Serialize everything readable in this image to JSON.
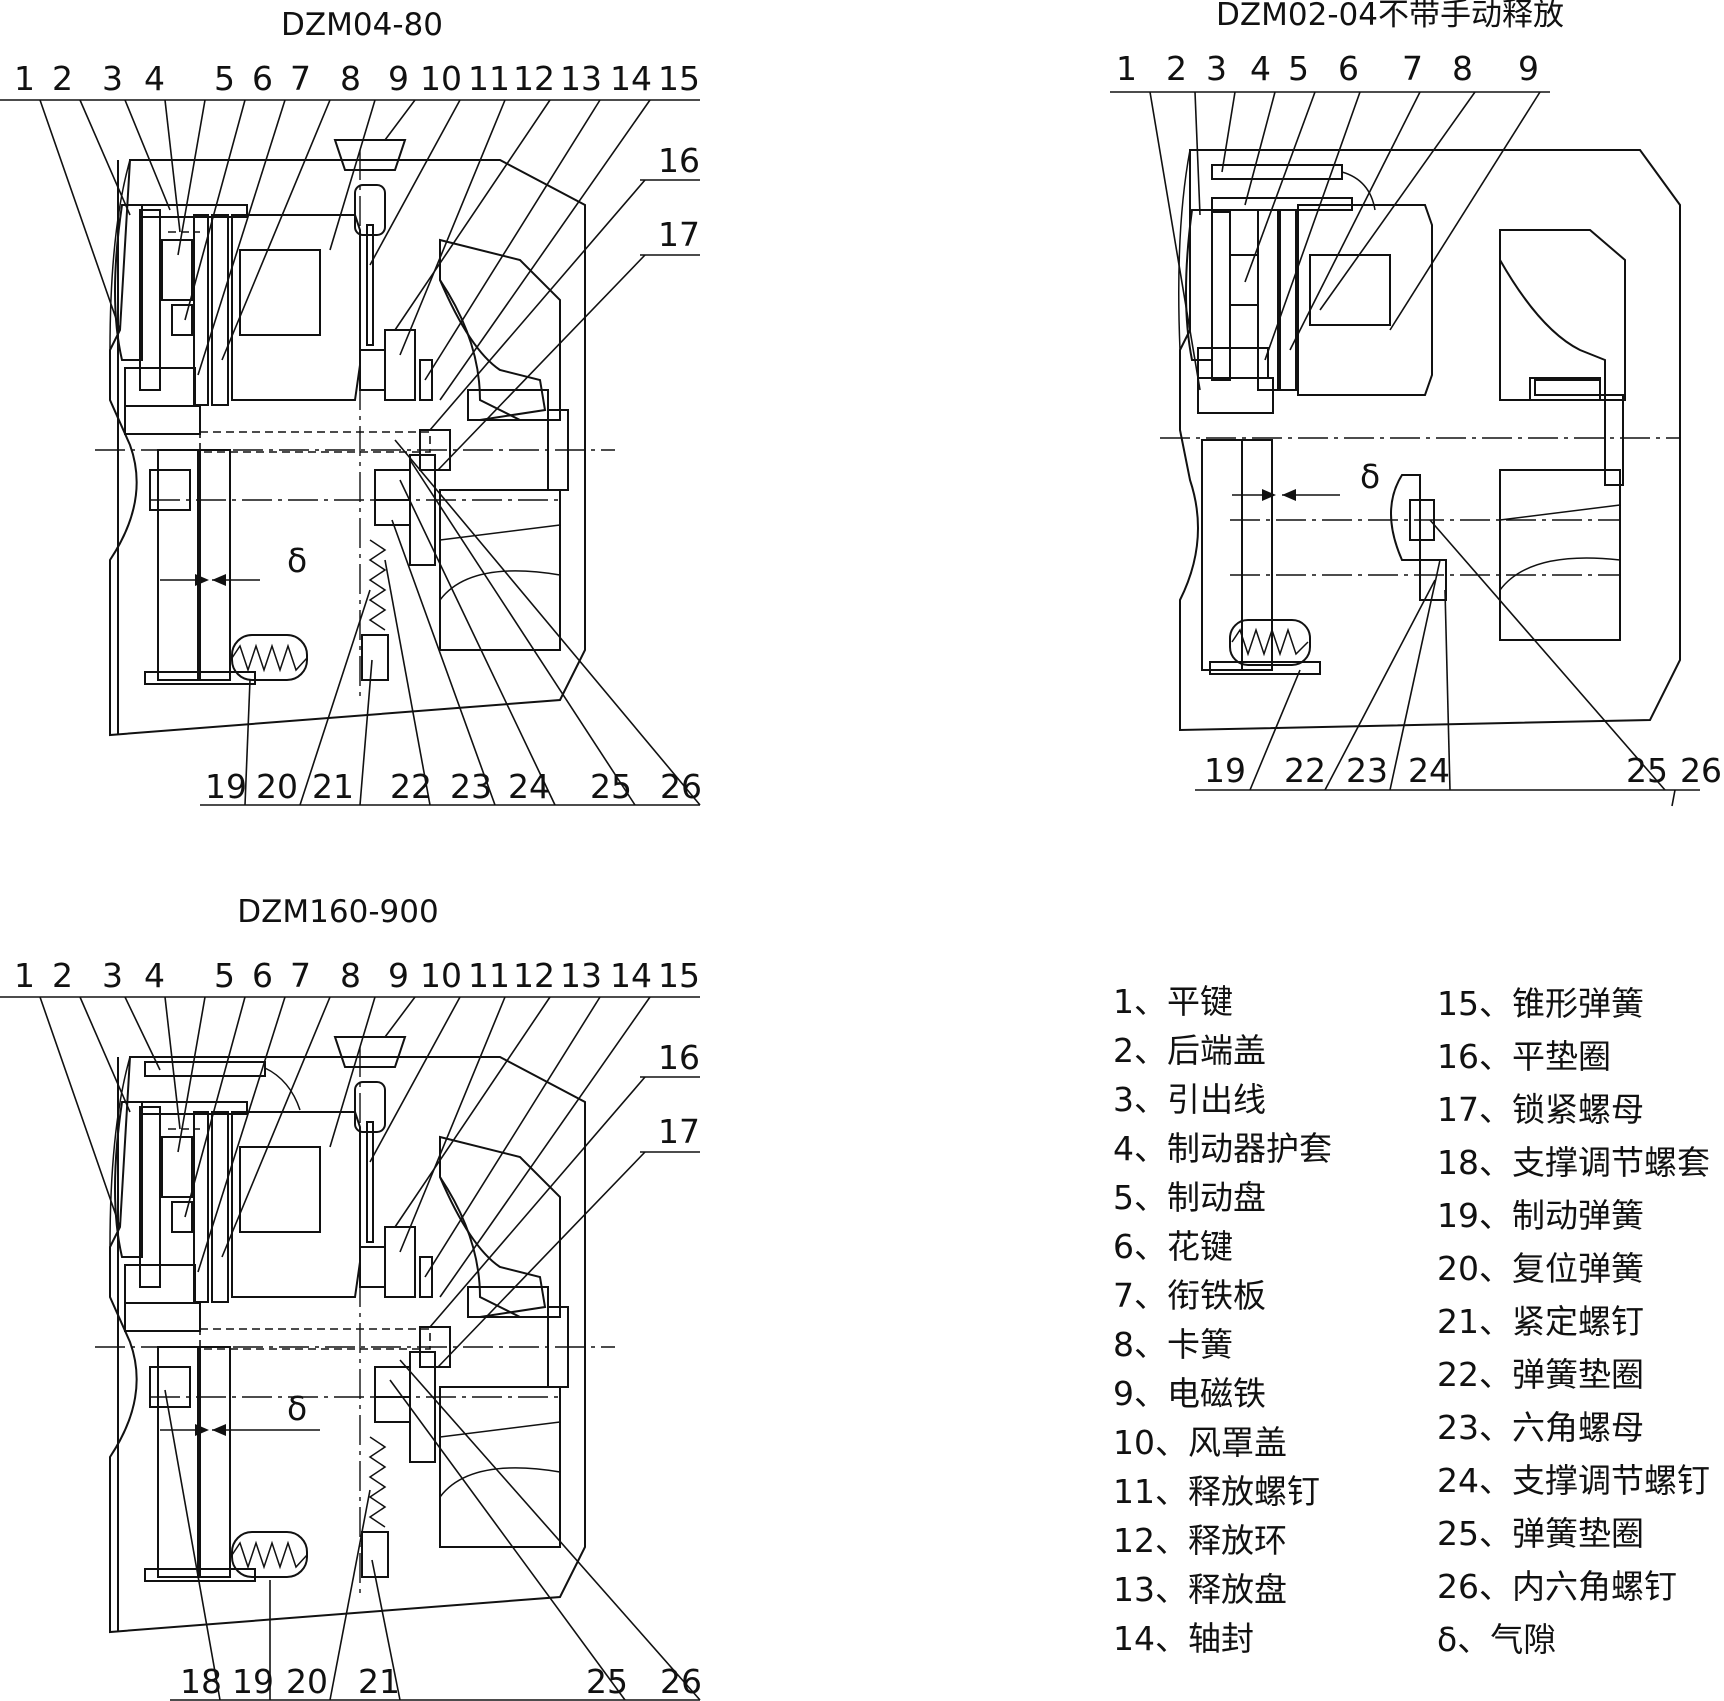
{
  "diagrams": [
    {
      "title": "DZM04-80",
      "top_labels": [
        "1",
        "2",
        "3",
        "4",
        "5",
        "6",
        "7",
        "8",
        "9",
        "10",
        "11",
        "12",
        "13",
        "14",
        "15"
      ],
      "side_labels": [
        "16",
        "17"
      ],
      "bottom_labels": [
        "19",
        "20",
        "21",
        "22",
        "23",
        "24",
        "25",
        "26"
      ],
      "gap_symbol": "δ"
    },
    {
      "title": "DZM02-04不带手动释放",
      "top_labels": [
        "1",
        "2",
        "3",
        "4",
        "5",
        "6",
        "7",
        "8",
        "9"
      ],
      "bottom_labels": [
        "19",
        "22",
        "23",
        "24",
        "25",
        "26"
      ],
      "gap_symbol": "δ"
    },
    {
      "title": "DZM160-900",
      "top_labels": [
        "1",
        "2",
        "3",
        "4",
        "5",
        "6",
        "7",
        "8",
        "9",
        "10",
        "11",
        "12",
        "13",
        "14",
        "15"
      ],
      "side_labels": [
        "16",
        "17"
      ],
      "bottom_labels": [
        "18",
        "19",
        "20",
        "21",
        "25",
        "26"
      ],
      "gap_symbol": "δ"
    }
  ],
  "legend": {
    "left": [
      "1、平键",
      "2、后端盖",
      "3、引出线",
      "4、制动器护套",
      "5、制动盘",
      "6、花键",
      "7、衔铁板",
      "8、卡簧",
      "9、电磁铁",
      "10、风罩盖",
      "11、释放螺钉",
      "12、释放环",
      "13、释放盘",
      "14、轴封"
    ],
    "right": [
      "15、锥形弹簧",
      "16、平垫圈",
      "17、锁紧螺母",
      "18、支撑调节螺套",
      "19、制动弹簧",
      "20、复位弹簧",
      "21、紧定螺钉",
      "22、弹簧垫圈",
      "23、六角螺母",
      "24、支撑调节螺钉",
      "25、弹簧垫圈",
      "26、内六角螺钉",
      "δ、气隙"
    ]
  }
}
